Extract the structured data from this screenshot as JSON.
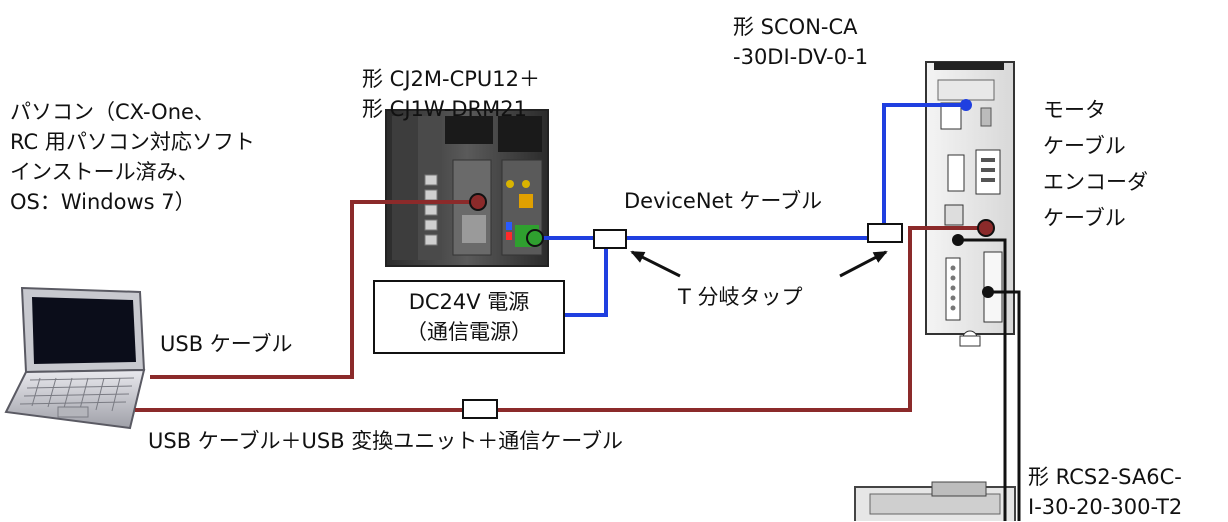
{
  "labels": {
    "pc": [
      "パソコン（CX-One、",
      "RC 用パソコン対応ソフト",
      "インストール済み、",
      "OS：Windows 7）"
    ],
    "plc": [
      "形 CJ2M-CPU12＋",
      "形 CJ1W-DRM21"
    ],
    "scon": [
      "形 SCON-CA",
      "-30DI-DV-0-1"
    ],
    "motor": [
      "モータ",
      "ケーブル",
      "エンコーダ",
      "ケーブル"
    ],
    "devicenet_cable": "DeviceNet ケーブル",
    "power_supply": [
      "DC24V 電源",
      "（通信電源）"
    ],
    "t_branch": "T 分岐タップ",
    "usb_cable": "USB ケーブル",
    "usb_combo": "USB ケーブル＋USB 変換ユニット＋通信ケーブル",
    "actuator": [
      "形 RCS2-SA6C-",
      "I-30-20-300-T2"
    ]
  },
  "colors": {
    "devicenet": "#1f3fe0",
    "serial": "#8b2a2a",
    "signal": "#111111"
  }
}
